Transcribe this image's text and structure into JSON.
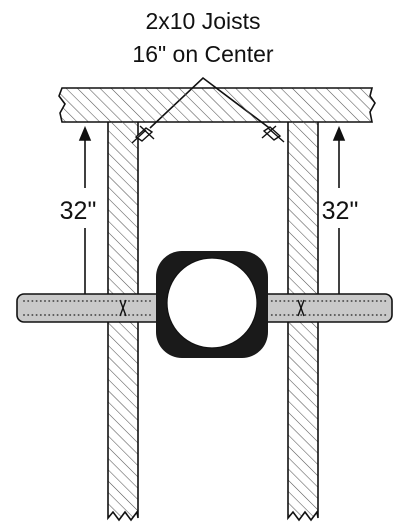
{
  "annotation": {
    "line1": "2x10 Joists",
    "line2": "16\" on Center"
  },
  "dimensions": {
    "left": "32\"",
    "right": "32\""
  },
  "colors": {
    "ink": "#111111",
    "hatch": "#555555",
    "strap": "#c9c9c9",
    "flange": "#1a1a1a",
    "pipe_hole": "#ffffff"
  }
}
